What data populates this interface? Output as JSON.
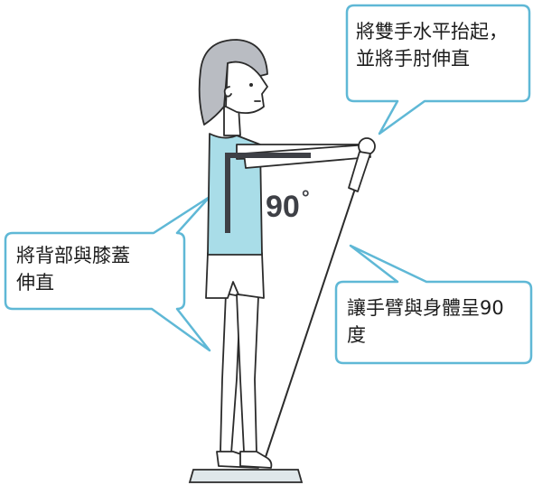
{
  "callouts": {
    "top_right": {
      "line1": "將雙手水平抬起，",
      "line2": "並將手肘伸直"
    },
    "left": {
      "line1": "將背部與膝蓋",
      "line2": "伸直"
    },
    "bottom_right": {
      "line1": "讓手臂與身體呈90",
      "line2": "度"
    }
  },
  "angle": {
    "value": "90",
    "unit": "°"
  },
  "colors": {
    "callout_border": "#5fb8d6",
    "callout_fill": "#ffffff",
    "shirt": "#a9dde8",
    "outline": "#2b2b2b",
    "angle_guide": "#3e4046"
  }
}
